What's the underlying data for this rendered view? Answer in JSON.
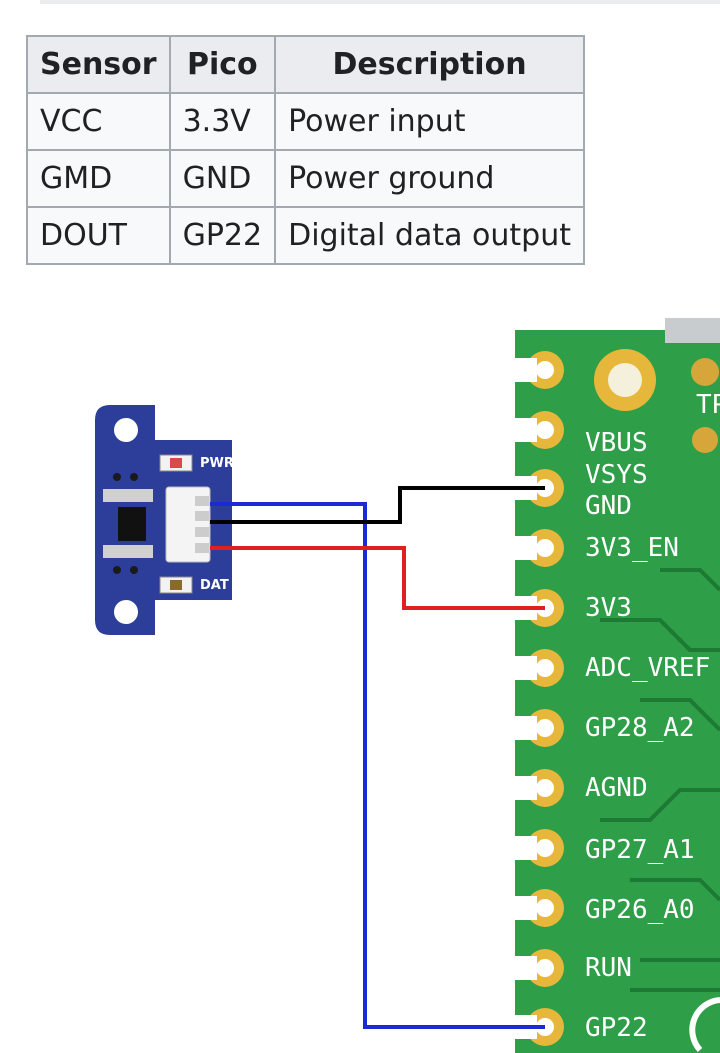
{
  "table": {
    "headers": [
      "Sensor",
      "Pico",
      "Description"
    ],
    "rows": [
      [
        "VCC",
        "3.3V",
        "Power input"
      ],
      [
        "GMD",
        "GND",
        "Power ground"
      ],
      [
        "DOUT",
        "GP22",
        "Digital data output"
      ]
    ]
  },
  "sensor_board": {
    "pwr_label": "PWR",
    "dat_label": "DAT",
    "color": "#2c3e9a"
  },
  "pico": {
    "tp_label": "TP",
    "pins": [
      "VBUS",
      "VSYS",
      "GND",
      "3V3_EN",
      "3V3",
      "ADC_VREF",
      "GP28_A2",
      "AGND",
      "GP27_A1",
      "GP26_A0",
      "RUN",
      "GP22"
    ],
    "board_color": "#2e9e48",
    "pad_color": "#e6b73a"
  },
  "wires": [
    {
      "color": "#000000",
      "from": "sensor",
      "to": "GND"
    },
    {
      "color": "#e02020",
      "from": "sensor",
      "to": "3V3"
    },
    {
      "color": "#1a2bd6",
      "from": "sensor",
      "to": "GP22"
    }
  ]
}
